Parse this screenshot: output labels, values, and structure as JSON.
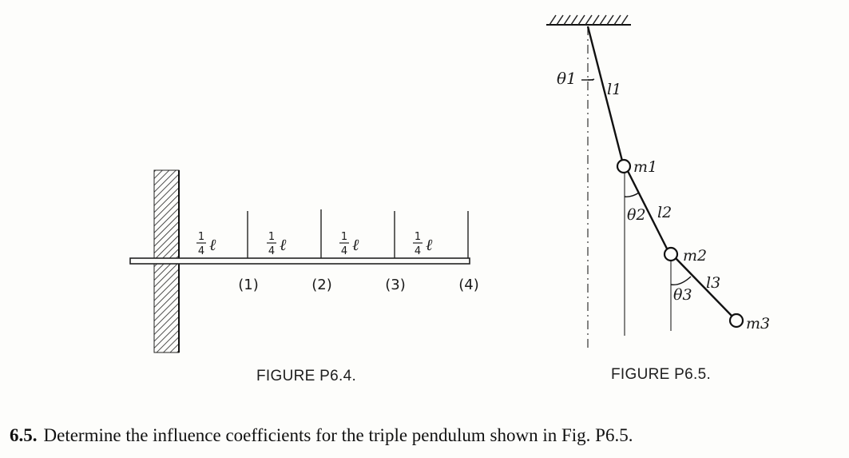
{
  "figure_p64": {
    "caption": "FIGURE P6.4.",
    "segments": [
      {
        "num": "1",
        "den": "4",
        "sym": "ℓ"
      },
      {
        "num": "1",
        "den": "4",
        "sym": "ℓ"
      },
      {
        "num": "1",
        "den": "4",
        "sym": "ℓ"
      },
      {
        "num": "1",
        "den": "4",
        "sym": "ℓ"
      }
    ],
    "stations": [
      "(1)",
      "(2)",
      "(3)",
      "(4)"
    ]
  },
  "figure_p65": {
    "caption": "FIGURE P6.5.",
    "angles": [
      "θ1",
      "θ2",
      "θ3"
    ],
    "lengths": [
      "l1",
      "l2",
      "l3"
    ],
    "masses": [
      "m1",
      "m2",
      "m3"
    ]
  },
  "problem": {
    "number": "6.5.",
    "text": "Determine the influence coefficients for the triple pendulum shown in Fig. P6.5."
  }
}
